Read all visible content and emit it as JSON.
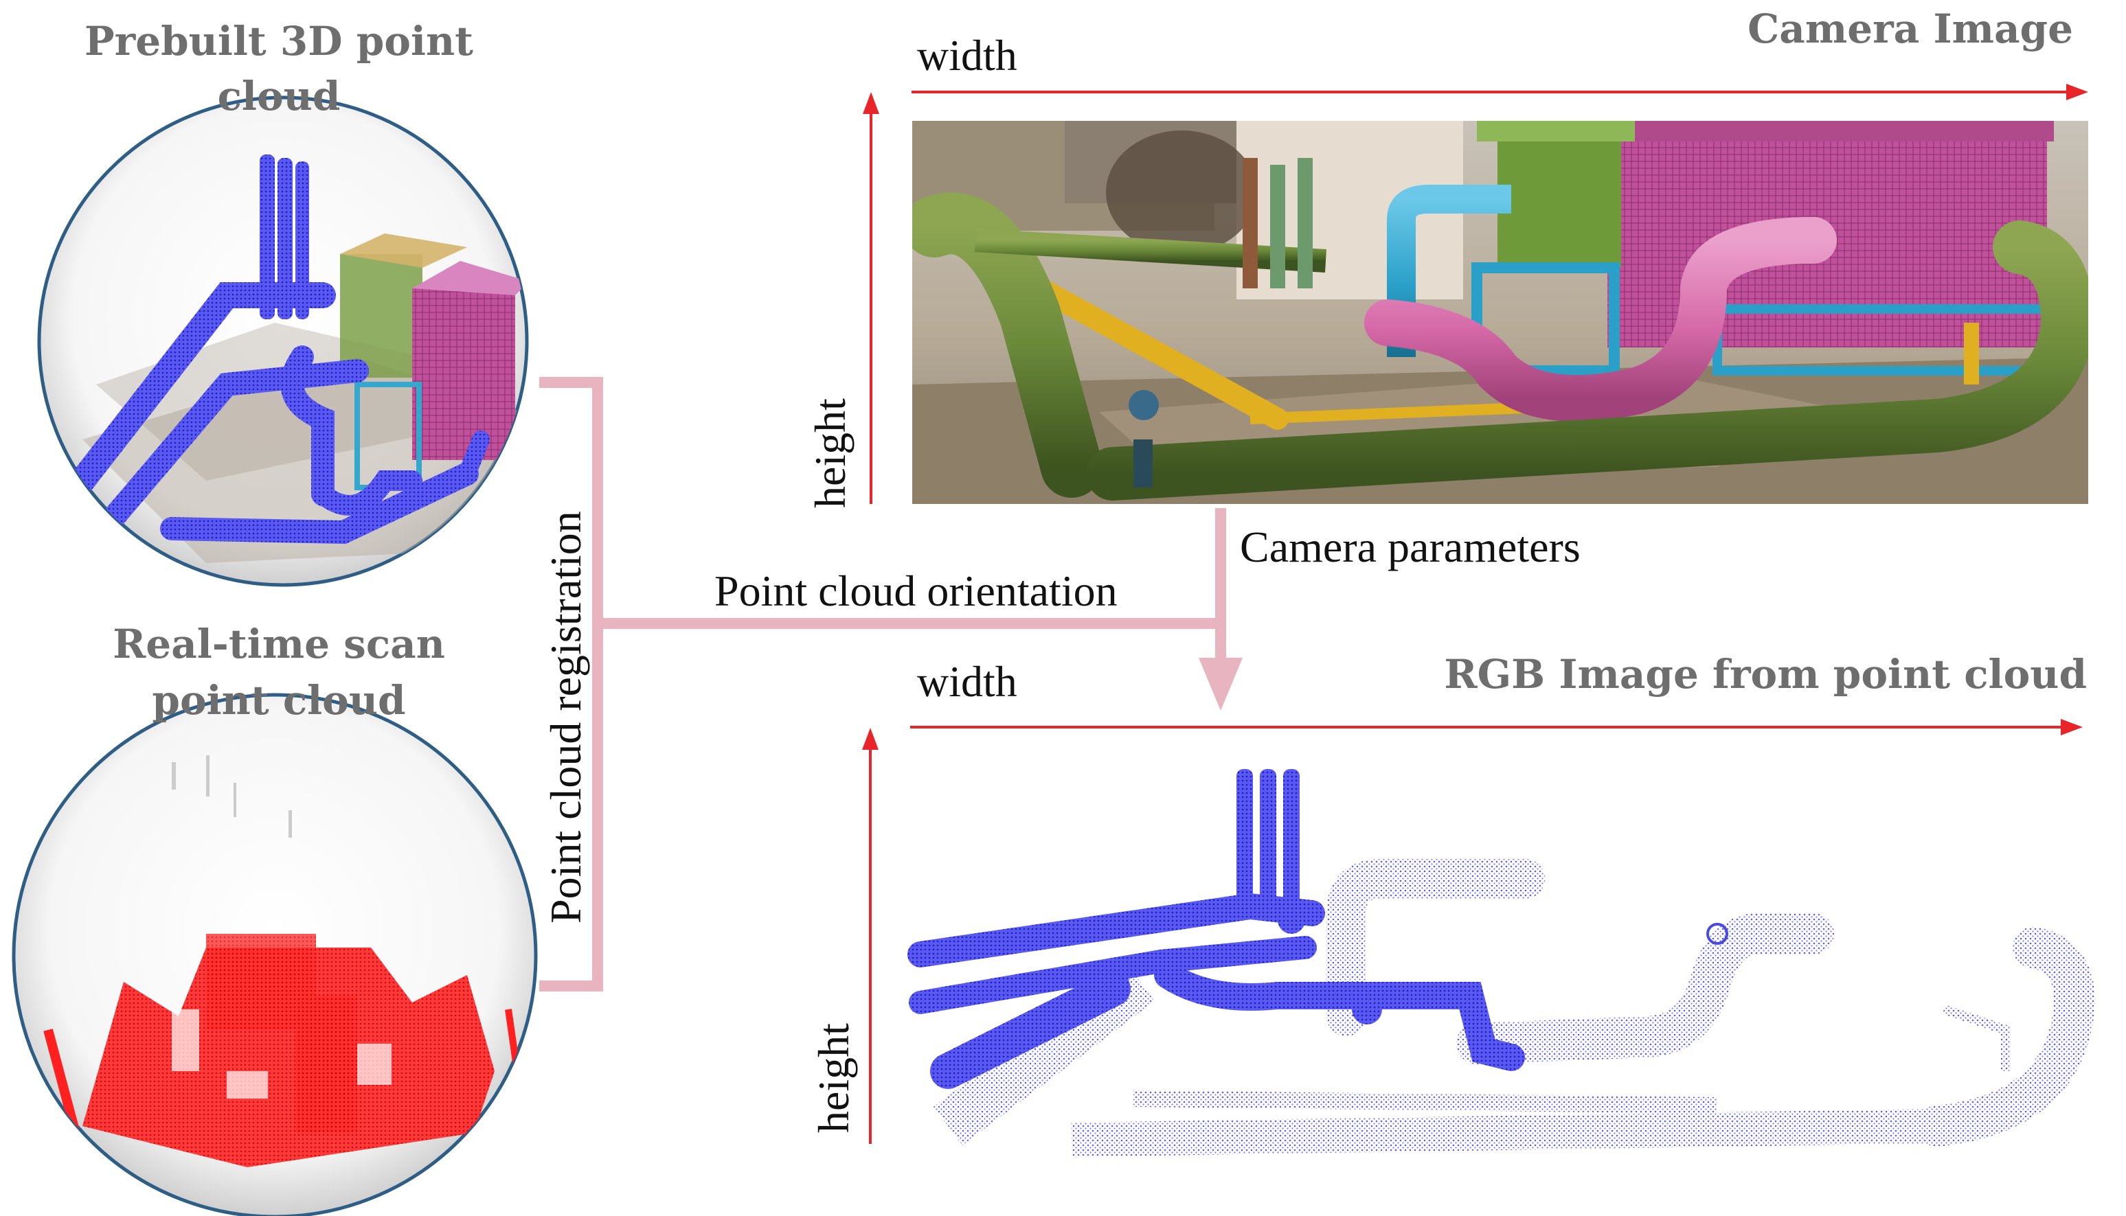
{
  "left_panel": {
    "prebuilt_title_line1": "Prebuilt 3D point",
    "prebuilt_title_line2": "cloud",
    "realtime_title_line1": "Real-time scan",
    "realtime_title_line2": "point cloud"
  },
  "connectors": {
    "registration_label": "Point cloud registration",
    "orientation_label": "Point cloud orientation",
    "camera_params_label": "Camera parameters"
  },
  "camera_image": {
    "title": "Camera Image",
    "width_label": "width",
    "height_label": "height"
  },
  "rgb_image": {
    "title": "RGB Image from point cloud",
    "width_label": "width",
    "height_label": "height"
  },
  "colors": {
    "title_gray": "#6e6e6e",
    "axis_red": "#e8262a",
    "connector_pink": "#e8b4bf",
    "prebuilt_blue": "#1a1aff",
    "scan_red": "#ff1a1a",
    "render_blue": "#3a3ae0",
    "pipe_green": "#6b8a3a",
    "pipe_pink": "#d66aa8",
    "pipe_cyan": "#2aa0c8",
    "pipe_yellow": "#e0b020"
  }
}
